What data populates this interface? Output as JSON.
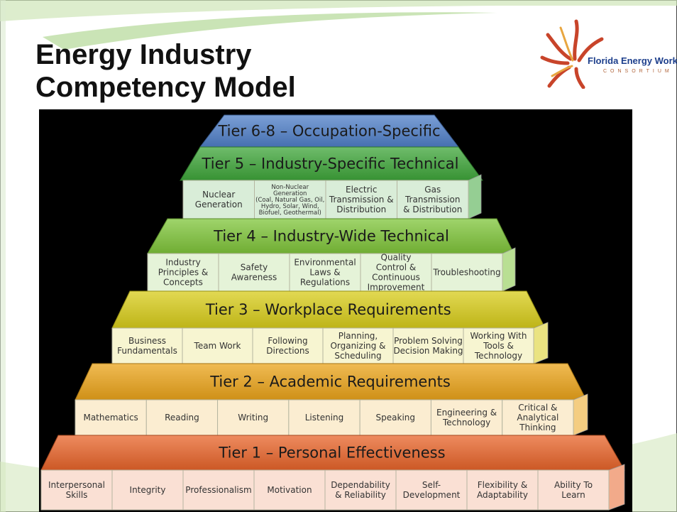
{
  "slide": {
    "title_line1": "Energy Industry",
    "title_line2": "Competency Model",
    "logo_text": "Florida Energy Workforce",
    "logo_subtext": "CONSORTIUM"
  },
  "tiers": [
    {
      "id": "tier68",
      "label": "Tier 6-8 – Occupation-Specific",
      "color": "#4f7fc8",
      "competencies": []
    },
    {
      "id": "tier5",
      "label": "Tier 5 – Industry-Specific Technical",
      "color": "#3fa63a",
      "competencies": [
        [
          "Nuclear",
          "Generation"
        ],
        [
          "Non-Nuclear",
          "Generation",
          "(Coal, Natural Gas, Oil,",
          "Hydro, Solar, Wind,",
          "Biofuel, Geothermal)"
        ],
        [
          "Electric",
          "Transmission &",
          "Distribution"
        ],
        [
          "Gas",
          "Transmission",
          "& Distribution"
        ]
      ]
    },
    {
      "id": "tier4",
      "label": "Tier 4 – Industry-Wide Technical",
      "color": "#7fc53a",
      "competencies": [
        [
          "Industry",
          "Principles &",
          "Concepts"
        ],
        [
          "Safety",
          "Awareness"
        ],
        [
          "Environmental",
          "Laws &",
          "Regulations"
        ],
        [
          "Quality",
          "Control &",
          "Continuous",
          "Improvement"
        ],
        [
          "Troubleshooting"
        ]
      ]
    },
    {
      "id": "tier3",
      "label": "Tier 3 – Workplace Requirements",
      "color": "#d8cc1a",
      "competencies": [
        [
          "Business",
          "Fundamentals"
        ],
        [
          "Team Work"
        ],
        [
          "Following",
          "Directions"
        ],
        [
          "Planning,",
          "Organizing &",
          "Scheduling"
        ],
        [
          "Problem Solving",
          "Decision Making"
        ],
        [
          "Working With",
          "Tools &",
          "Technology"
        ]
      ]
    },
    {
      "id": "tier2",
      "label": "Tier 2 – Academic Requirements",
      "color": "#eba41a",
      "competencies": [
        [
          "Mathematics"
        ],
        [
          "Reading"
        ],
        [
          "Writing"
        ],
        [
          "Listening"
        ],
        [
          "Speaking"
        ],
        [
          "Engineering &",
          "Technology"
        ],
        [
          "Critical &",
          "Analytical",
          "Thinking"
        ]
      ]
    },
    {
      "id": "tier1",
      "label": "Tier 1 – Personal Effectiveness",
      "color": "#e8642a",
      "competencies": [
        [
          "Interpersonal",
          "Skills"
        ],
        [
          "Integrity"
        ],
        [
          "Professionalism"
        ],
        [
          "Motivation"
        ],
        [
          "Dependability",
          "& Reliability"
        ],
        [
          "Self-",
          "Development"
        ],
        [
          "Flexibility &",
          "Adaptability"
        ],
        [
          "Ability To",
          "Learn"
        ]
      ]
    }
  ]
}
